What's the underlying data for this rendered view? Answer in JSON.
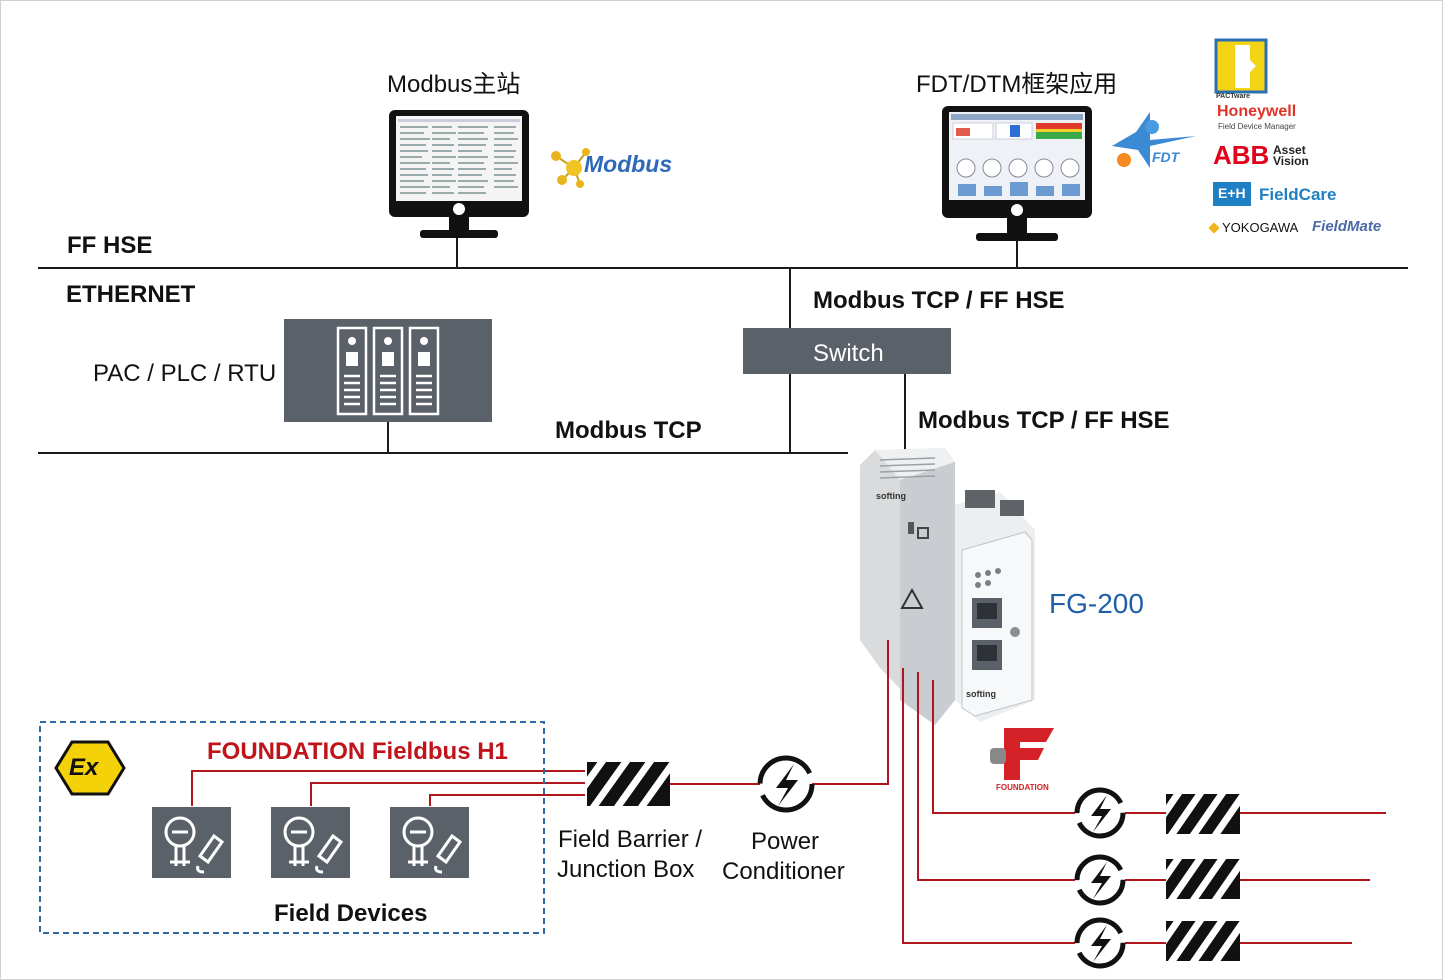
{
  "title_modbus_master": "Modbus主站",
  "title_fdt_app": "FDT/DTM框架应用",
  "label_ff_hse": "FF HSE",
  "label_ethernet": "ETHERNET",
  "label_pac": "PAC / PLC / RTU",
  "label_modbus_tcp": "Modbus TCP",
  "label_modbus_tcp_ffhse_top": "Modbus TCP / FF HSE",
  "label_modbus_tcp_ffhse_bottom": "Modbus TCP / FF HSE",
  "label_switch": "Switch",
  "label_fg200": "FG-200",
  "label_foundation_h1": "FOUNDATION Fieldbus H1",
  "label_field_devices": "Field Devices",
  "label_field_barrier_1": "Field Barrier /",
  "label_field_barrier_2": "Junction Box",
  "label_power_1": "Power",
  "label_power_2": "Conditioner",
  "logos": {
    "modbus": "Modbus",
    "fdt": "FDT",
    "pactware": "PACTware",
    "honeywell": "Honeywell",
    "honeywell_sub": "Field Device Manager",
    "abb": "ABB",
    "abb_sub1": "Asset",
    "abb_sub2": "Vision",
    "eh": "E+H",
    "fieldcare": "FieldCare",
    "yokogawa": "YOKOGAWA",
    "fieldmate": "FieldMate",
    "foundation": "FOUNDATION",
    "ex": "Ex",
    "softing": "softing"
  },
  "colors": {
    "line": "#1a1a1a",
    "fieldbus": "#b0161c",
    "device_box": "#5b6168",
    "ex_border": "#2f6aa5",
    "fg200": "#1f5fa8",
    "ex_yellow": "#f5d10a"
  }
}
